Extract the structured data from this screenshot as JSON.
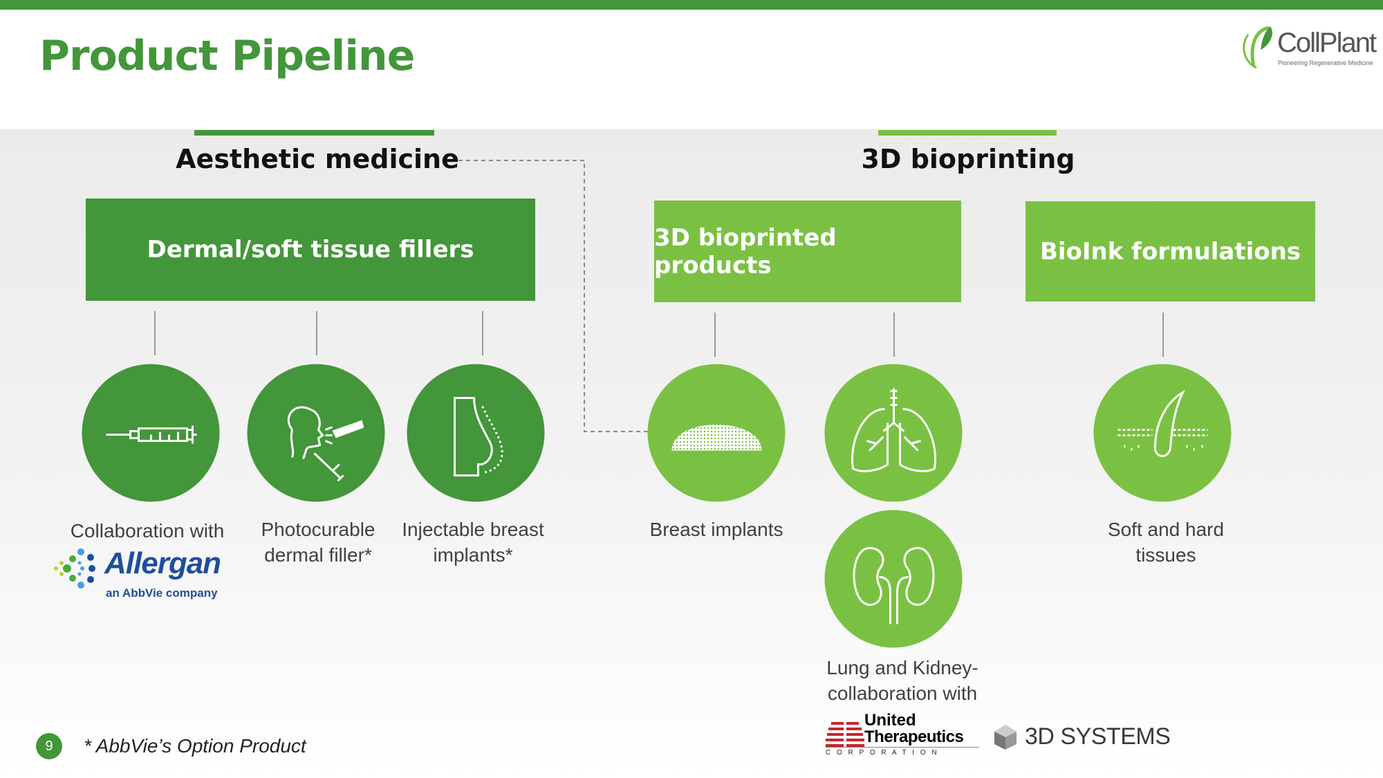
{
  "header": {
    "title": "Product Pipeline",
    "logo": {
      "name": "CollPlant",
      "tagline": "Pioneering Regenerative Medicine"
    }
  },
  "colors": {
    "dark_green": "#43963a",
    "light_green": "#7ac143"
  },
  "sections": {
    "aesthetic": {
      "title": "Aesthetic medicine",
      "box": "Dermal/soft tissue fillers",
      "items": [
        {
          "label": "Collaboration with",
          "icon": "syringe-icon"
        },
        {
          "label1": "Photocurable",
          "label2": "dermal filler*",
          "icon": "face-injection-icon"
        },
        {
          "label1": "Injectable breast",
          "label2": "implants*",
          "icon": "breast-profile-icon"
        }
      ]
    },
    "bioprinting": {
      "title": "3D bioprinting",
      "box1": "3D bioprinted products",
      "box2": "BioInk formulations",
      "items": [
        {
          "label": "Breast implants",
          "icon": "mesh-implant-icon"
        },
        {
          "icon": "lung-icon"
        },
        {
          "label1": "Lung and Kidney-",
          "label2": "collaboration with",
          "icon": "kidney-icon"
        },
        {
          "label1": "Soft and hard",
          "label2": "tissues",
          "icon": "hair-follicle-icon"
        }
      ]
    }
  },
  "partners": {
    "allergan": {
      "name": "Allergan",
      "sub": "an AbbVie company"
    },
    "ut": {
      "line1": "United",
      "line2": "Therapeutics",
      "line3": "C O R P O R A T I O N"
    },
    "systems": "3D SYSTEMS"
  },
  "footer": {
    "page": "9",
    "note": "* AbbVie’s Option Product"
  }
}
